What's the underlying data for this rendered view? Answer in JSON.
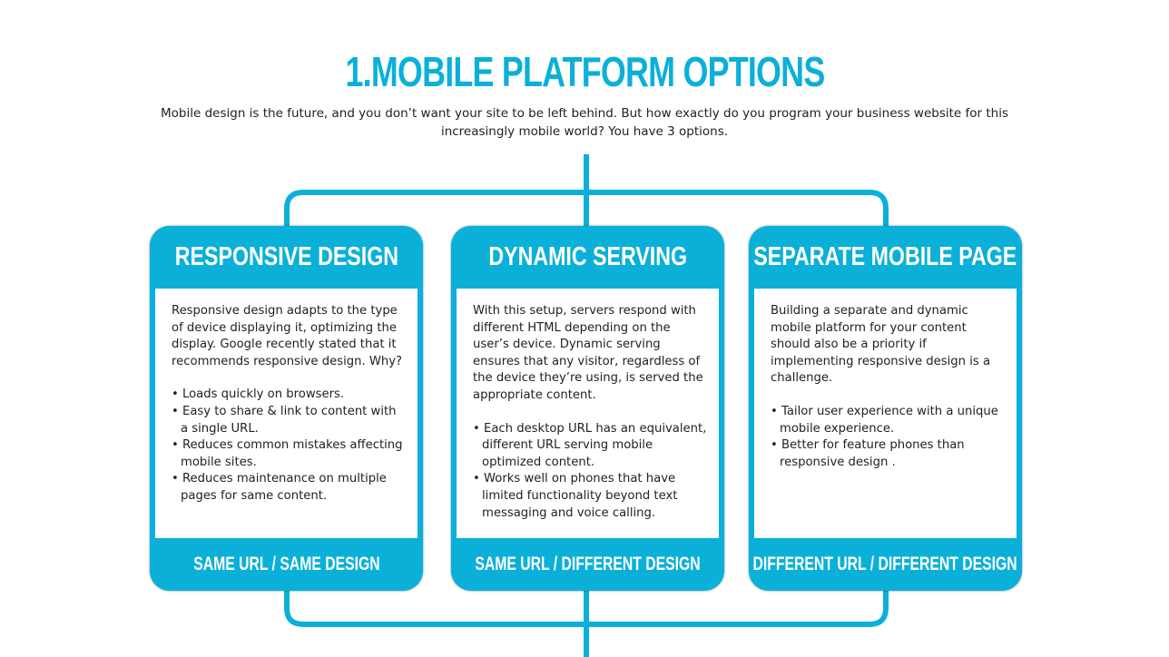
{
  "title": "1.MOBILE PLATFORM OPTIONS",
  "intro": "Mobile design is the future, and you don’t want your site to be left behind. But how exactly do you program your business website for this increasingly mobile world? You have 3 options.",
  "accent_color": "#0bb0d9",
  "cards": [
    {
      "heading": "RESPONSIVE DESIGN",
      "description": "Responsive design adapts to the type of device displaying it, optimizing the display. Google recently stated that it recommends responsive design. Why?",
      "bullets": [
        "Loads quickly on browsers.",
        "Easy to share & link to content with a single URL.",
        "Reduces common mistakes affecting mobile sites.",
        "Reduces maintenance on multiple pages for same content."
      ],
      "footer": "SAME URL / SAME DESIGN"
    },
    {
      "heading": "DYNAMIC SERVING",
      "description": "With this setup, servers respond with different HTML depending on the user’s device. Dynamic serving ensures that any visitor, regardless of the device they’re using, is served the appropriate content.",
      "bullets": [
        "Each desktop URL has an equivalent, different URL serving mobile optimized content.",
        "Works well on phones that have limited functionality beyond text messaging and voice calling."
      ],
      "footer": "SAME URL / DIFFERENT DESIGN"
    },
    {
      "heading": "SEPARATE MOBILE PAGE",
      "description": "Building a separate and dynamic mobile platform for your content should also be a priority if implementing responsive design is a challenge.",
      "bullets": [
        "Tailor user experience with a unique mobile experience.",
        "Better for feature phones than responsive design ."
      ],
      "footer": "DIFFERENT URL / DIFFERENT DESIGN"
    }
  ]
}
